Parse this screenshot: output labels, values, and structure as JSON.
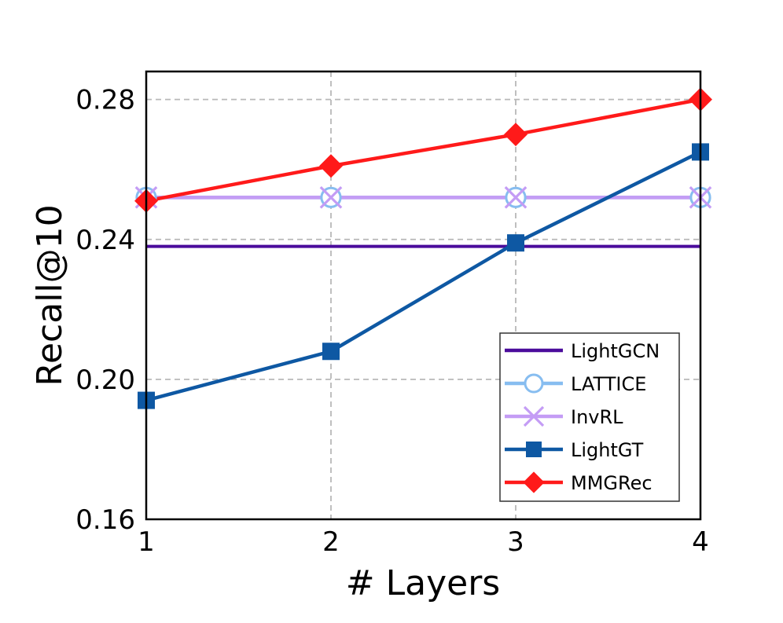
{
  "chart_data": {
    "type": "line",
    "title": "",
    "xlabel": "# Layers",
    "ylabel": "Recall@10",
    "x": [
      1,
      2,
      3,
      4
    ],
    "xlim": [
      1,
      4
    ],
    "ylim": [
      0.16,
      0.288
    ],
    "x_ticks": [
      "1",
      "2",
      "3",
      "4"
    ],
    "y_ticks": [
      {
        "value": 0.16,
        "label": "0.16"
      },
      {
        "value": 0.2,
        "label": "0.20"
      },
      {
        "value": 0.24,
        "label": "0.24"
      },
      {
        "value": 0.28,
        "label": "0.28"
      }
    ],
    "grid": true,
    "legend_position": "lower-right",
    "series": [
      {
        "name": "LightGCN",
        "values": [
          0.238,
          0.238,
          0.238,
          0.238
        ],
        "color": "#4b0c9c",
        "marker": "none"
      },
      {
        "name": "LATTICE",
        "values": [
          0.252,
          0.252,
          0.252,
          0.252
        ],
        "color": "#87bdf0",
        "marker": "circle"
      },
      {
        "name": "InvRL",
        "values": [
          0.252,
          0.252,
          0.252,
          0.252
        ],
        "color": "#c49cf5",
        "marker": "x"
      },
      {
        "name": "LightGT",
        "values": [
          0.194,
          0.208,
          0.239,
          0.265
        ],
        "color": "#0e58a3",
        "marker": "square"
      },
      {
        "name": "MMGRec",
        "values": [
          0.251,
          0.261,
          0.27,
          0.28
        ],
        "color": "#ff1a1a",
        "marker": "diamond"
      }
    ]
  }
}
